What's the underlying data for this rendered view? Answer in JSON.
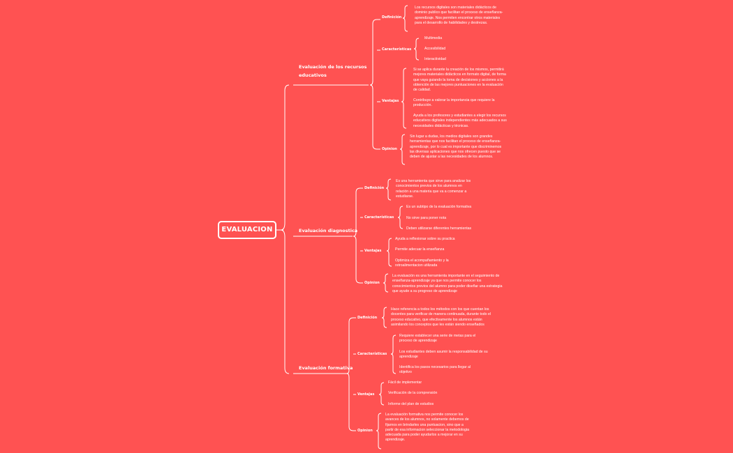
{
  "root": "EVALUACION",
  "branches": [
    {
      "title": "Evaluación de los recursos educativos",
      "sections": [
        {
          "label": "Definición",
          "items": [
            "Los recursos digitales son materiales didácticos de dominio publico que facilitan el proceso de enseñanza-aprendizaje. Nos permiten encontrar otros materiales para el desarrollo de habilidades y destrezas."
          ]
        },
        {
          "label": "Características",
          "items": [
            "Multimedia",
            "Accesibilidad",
            "Interactividad"
          ]
        },
        {
          "label": "Ventajas",
          "items": [
            "Si se aplica durante la creación de los mismos, permitirá mejores materiales didácticos en formato digital, de forma que vaya guiando la toma de decisiones y acciones a la obtención de las mejores puntuaciones en la evaluación de calidad.",
            "Contribuye a valorar la importancia que requiere la producción.",
            "Ayuda a los profesores y estudiantes a elegir los recursos educativos digitales independientes más adecuados a sus necesidades didácticas y técnicas."
          ]
        },
        {
          "label": "Opinion",
          "items": [
            "Sin lugar a dudas, los medios digitales son grandes herramientas que nos facilitan el proceso de enseñanza-aprendizaje, por lo cual es importante que discriminemos las diversas aplicaciones que nos ofrecen puesto que se deben de ajustar a las necesidades de los alumnos."
          ]
        }
      ]
    },
    {
      "title": "Evaluación diagnostica",
      "sections": [
        {
          "label": "Definición",
          "items": [
            "Es una herramienta que sirve para analizar los conocimientos previos de los alumnos en relación a una materia que va a comenzar a estudiarse."
          ]
        },
        {
          "label": "Características",
          "items": [
            "Es un subtipo de la evaluación formativa",
            "No sirve para poner nota",
            "Deben utilizarse diferentes herramientas"
          ]
        },
        {
          "label": "Ventajas",
          "items": [
            "Ayuda a reflexionar sobre su practica",
            "Permite adecuar la enseñanza",
            "Optimiza el acompañamiento y la retroalimentacion utilizada"
          ]
        },
        {
          "label": "Opinion",
          "items": [
            "La evaluación es una herramienta importante en el seguimiento de enseñanza-aprendizaje ya que nos permite conocer los conocimientos previos del alumno para poder diseñar una estrategia que ayude a su progreso de aprendizaje"
          ]
        }
      ]
    },
    {
      "title": "Evaluación formativa",
      "sections": [
        {
          "label": "Definición",
          "items": [
            "Hace referencia a todos los métodos con los que cuentan los docentes para verificar de manera continuada, durante todo el proceso educativo, que efectivamente los alumnos están asimilando los conceptos que les están siendo enseñados"
          ]
        },
        {
          "label": "Características",
          "items": [
            "Requiere establecer una serie de metas para el proceso de aprendizaje",
            "Los estudiantes deben asumir la responsabilidad de su aprendizaje",
            "Identifica los pasos necesarios para llegar al objetivo"
          ]
        },
        {
          "label": "Ventajas",
          "items": [
            "Fácil de implementar",
            "Verificación de la comprensión",
            "Informe del plan de estudios"
          ]
        },
        {
          "label": "Opinion",
          "items": [
            "La evaluación formativa nos permite conocer los avances de los alumnos, no solamente debemos de fijarnos en brindarles una puntuacion, sino que a partir de esa informacion seleccionar la metodologia adecuada para poder ayudarlos a mejorar en su aprendizaje."
          ]
        }
      ]
    }
  ]
}
